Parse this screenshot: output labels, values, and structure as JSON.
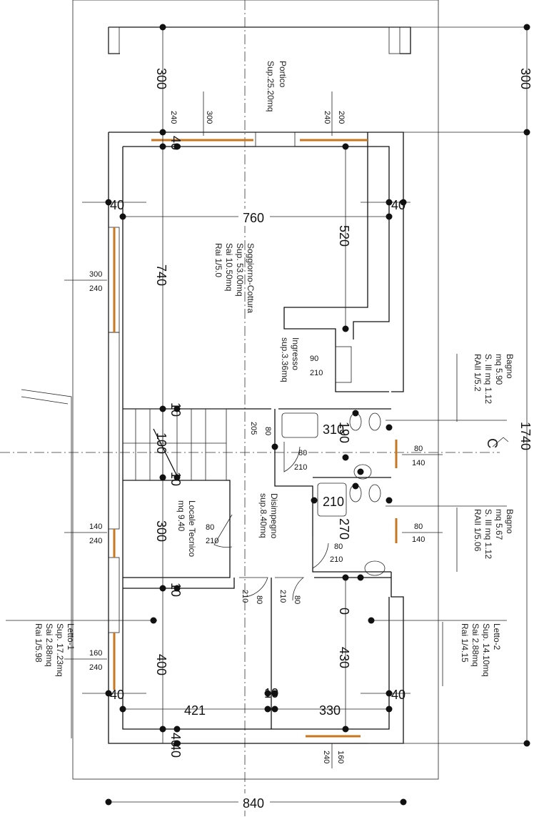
{
  "rooms": {
    "portico": [
      "Portico",
      "Sup.25.20mq"
    ],
    "soggiorno": [
      "Soggiorno-Cottura",
      "Sup. 53.00mq",
      "Sai 10.50mq",
      "Rai 1/5.0"
    ],
    "ingresso": [
      "Ingresso",
      "sup.3.36mq"
    ],
    "bagno1": [
      "Bagno",
      "mq 5.90",
      "S. Ill mq 1.12",
      "RAIl 1/5.2"
    ],
    "bagno2": [
      "Bagno",
      "mq 5.67",
      "S. Ill mq 1.12",
      "RAIl 1/5.06"
    ],
    "disimpegno": [
      "Disimpegno",
      "sup.8.40mq"
    ],
    "locale": [
      "Locale Tecnico",
      "mq 9.40"
    ],
    "letto1": [
      "Letto-1",
      "Sup. 17.23mq",
      "Sai 2.88mq",
      "Rai 1/5.98"
    ],
    "letto2": [
      "Letto-2",
      "Sup. 14.10mq",
      "Sai 2.88mq",
      "Rai 1/4.15"
    ]
  },
  "dims": {
    "d300a": "300",
    "d300b": "300",
    "d760": "760",
    "d520": "520",
    "d740": "740",
    "d1740": "1740",
    "d310": "310",
    "d190": "190",
    "d100": "100",
    "d210": "210",
    "d270": "270",
    "d300c": "300",
    "d0": "0",
    "d400": "400",
    "d430": "430",
    "d421": "421",
    "d330": "330",
    "d840": "840",
    "w40a": "40",
    "w40b": "40",
    "w40c": "40",
    "w40d": "40",
    "w40e": "40",
    "w40f": "40",
    "w40g": "40",
    "w10a": "10",
    "w10b": "10",
    "w10c": "10",
    "w10d": "10"
  },
  "openings": {
    "o1": [
      "240",
      "300"
    ],
    "o2": [
      "240",
      "200"
    ],
    "o3": [
      "300",
      "240"
    ],
    "o4": [
      "90",
      "210"
    ],
    "o5": [
      "205",
      "80"
    ],
    "o6": [
      "80",
      "210"
    ],
    "o7": [
      "80",
      "140"
    ],
    "o8": [
      "140",
      "240"
    ],
    "o9": [
      "80",
      "210"
    ],
    "o10": [
      "80",
      "140"
    ],
    "o11": [
      "80",
      "210"
    ],
    "o12": [
      "210",
      "80"
    ],
    "o13": [
      "210",
      "80"
    ],
    "o14": [
      "160",
      "240"
    ],
    "o15": [
      "240",
      "160"
    ]
  },
  "section_label": "C"
}
